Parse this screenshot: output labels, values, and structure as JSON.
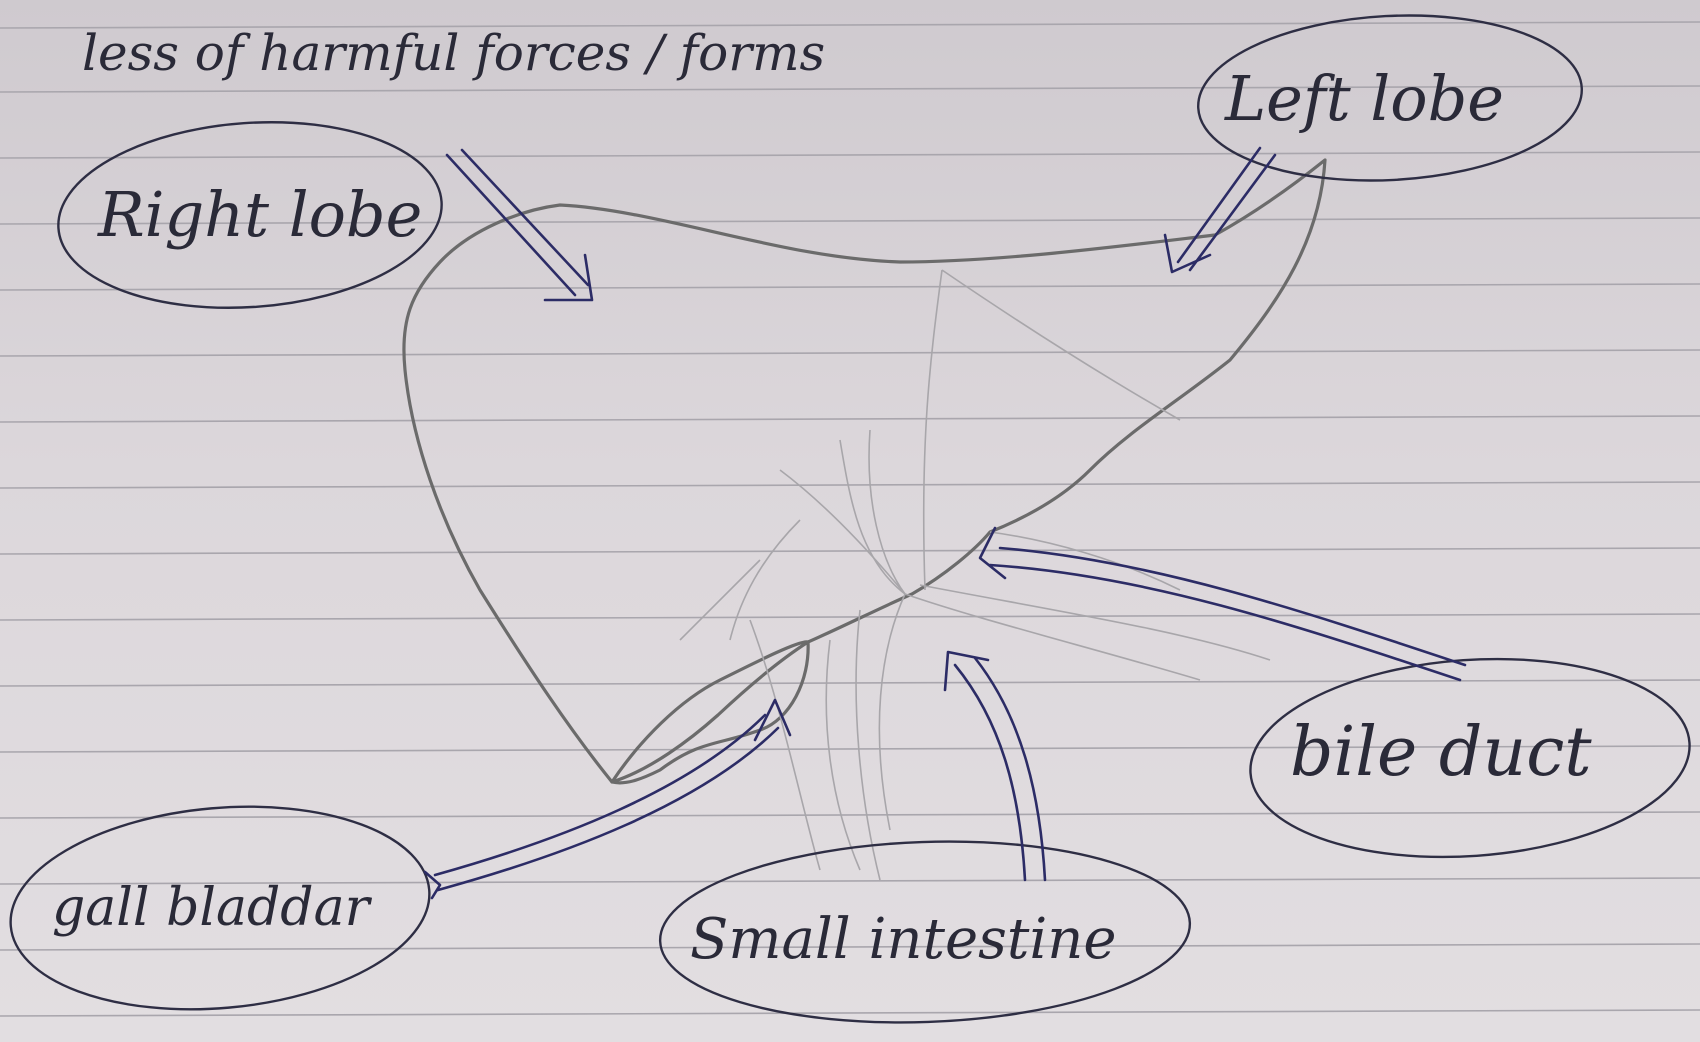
{
  "heading_text": "less of harmful forces / forms",
  "labels": {
    "right_lobe": "Right lobe",
    "left_lobe": "Left lobe",
    "gall_bladder": "gall bladdar",
    "small_intestine": "Small intestine",
    "bile_duct": "bile duct"
  },
  "colors": {
    "paper": "#dcd7db",
    "ruled_line": "#a9a6ad",
    "pencil": "#6b6b6b",
    "ink": "#2c2c66"
  }
}
